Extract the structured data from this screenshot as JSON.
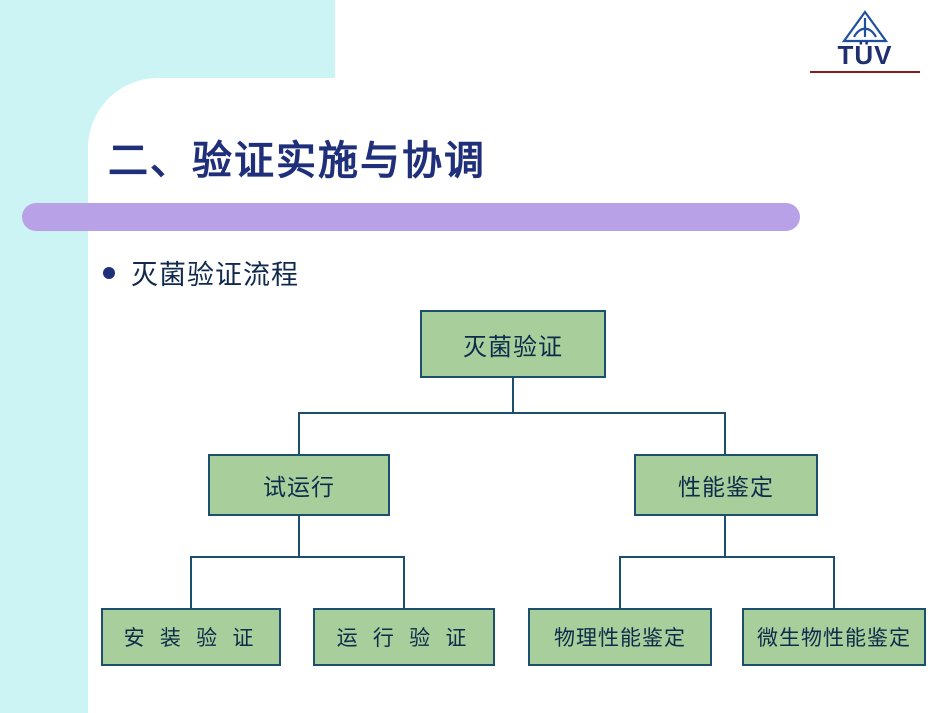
{
  "logo": {
    "name": "tuv-logo",
    "wordmark": "TÜV"
  },
  "slide": {
    "title": "二、验证实施与协调",
    "bullet": "灭菌验证流程"
  },
  "chart_data": {
    "type": "diagram",
    "title": "灭菌验证流程",
    "nodes": [
      {
        "id": "root",
        "label": "灭菌验证",
        "level": 0
      },
      {
        "id": "l1a",
        "label": "试运行",
        "level": 1
      },
      {
        "id": "l1b",
        "label": "性能鉴定",
        "level": 1
      },
      {
        "id": "l2a",
        "label": "安 装 验 证",
        "level": 2,
        "parent": "l1a"
      },
      {
        "id": "l2b",
        "label": "运 行 验 证",
        "level": 2,
        "parent": "l1a"
      },
      {
        "id": "l2c",
        "label": "物理性能鉴定",
        "level": 2,
        "parent": "l1b"
      },
      {
        "id": "l2d",
        "label": "微生物性能鉴定",
        "level": 2,
        "parent": "l1b"
      }
    ],
    "edges": [
      {
        "from": "root",
        "to": "l1a"
      },
      {
        "from": "root",
        "to": "l1b"
      },
      {
        "from": "l1a",
        "to": "l2a"
      },
      {
        "from": "l1a",
        "to": "l2b"
      },
      {
        "from": "l1b",
        "to": "l2c"
      },
      {
        "from": "l1b",
        "to": "l2d"
      }
    ],
    "colors": {
      "node_fill": "#a8cf9b",
      "node_border": "#1c4f6e",
      "title_text": "#1f2f7a",
      "accent_bar": "#b9a1e8",
      "background_accent": "#cdf4f4"
    }
  }
}
